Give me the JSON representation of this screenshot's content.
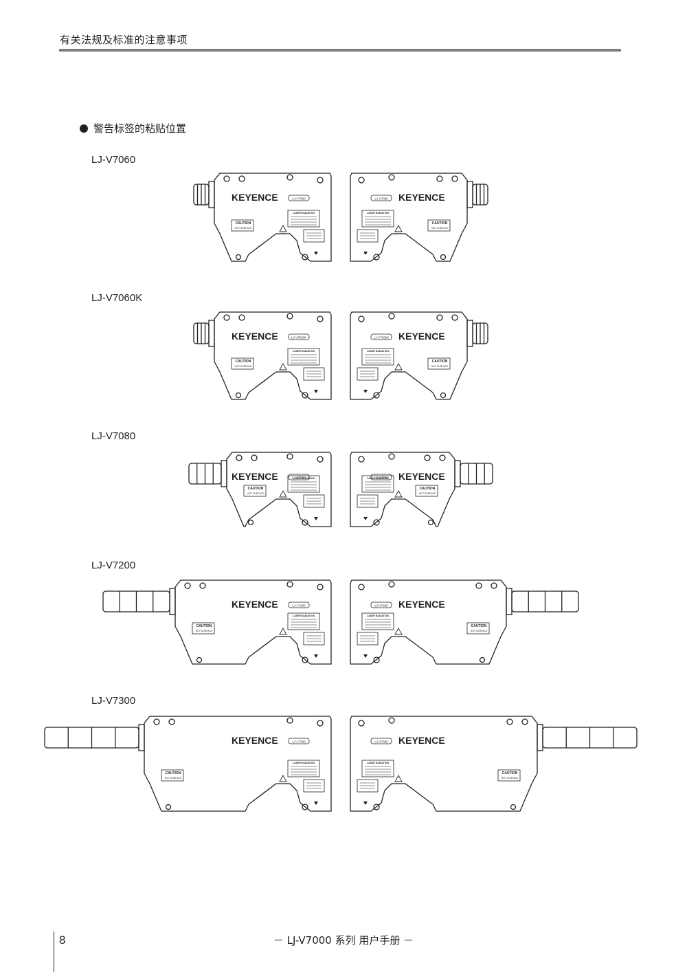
{
  "header": {
    "title": "有关法规及标准的注意事项"
  },
  "section": {
    "heading": "警告标签的粘贴位置"
  },
  "label_text": {
    "brand": "KEYENCE",
    "caution": "CAUTION",
    "hot_surface": "HOT SURFACE",
    "laser_radiation": "LASER RADIATION"
  },
  "models": [
    {
      "name": "LJ-V7060"
    },
    {
      "name": "LJ-V7060K"
    },
    {
      "name": "LJ-V7080"
    },
    {
      "name": "LJ-V7200"
    },
    {
      "name": "LJ-V7300"
    }
  ],
  "footer": {
    "page_number": "8",
    "manual_title": "－ LJ-V7000 系列 用户手册 －"
  }
}
